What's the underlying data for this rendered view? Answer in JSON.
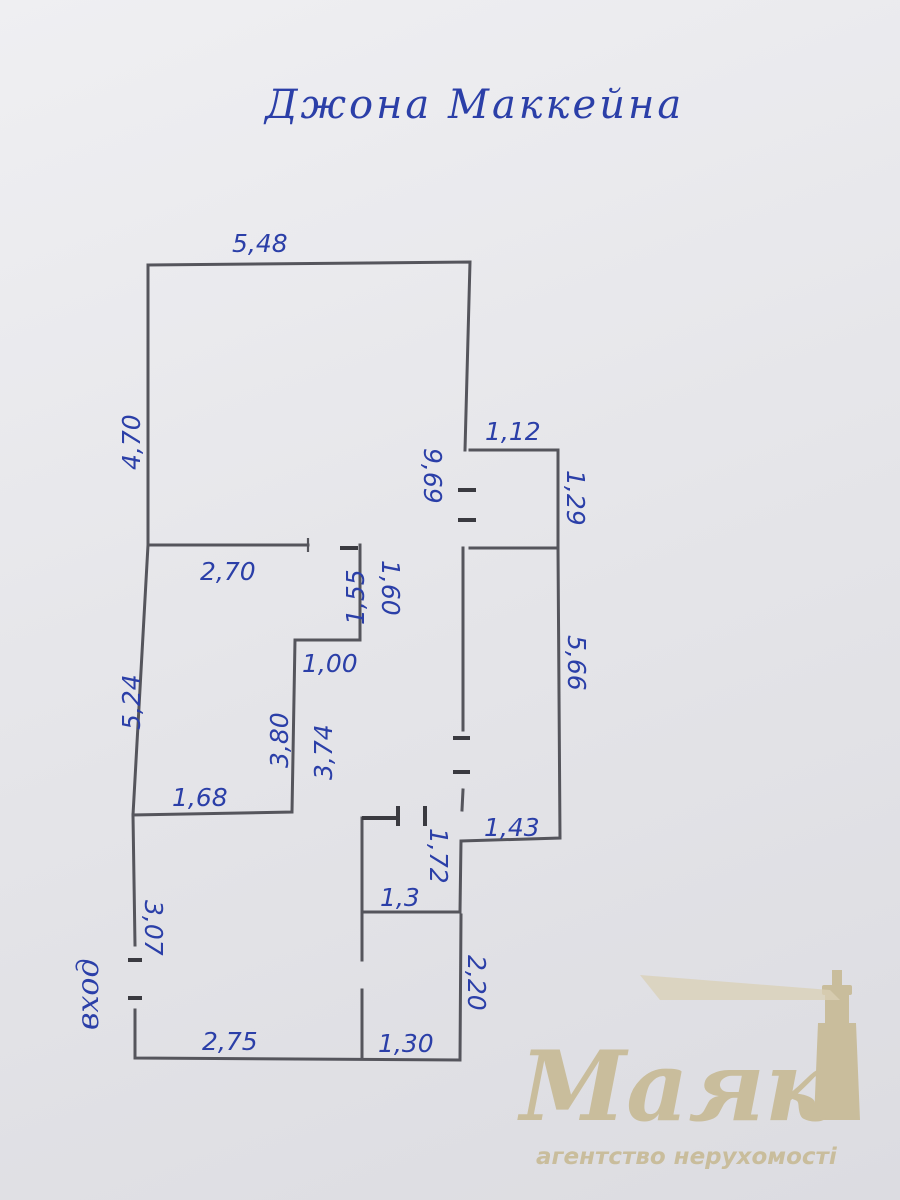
{
  "title": "Джона Маккейна",
  "entrance_label": "вход",
  "dimensions": {
    "top_width": "5,48",
    "left_upper": "4,70",
    "left_middle": "5,24",
    "left_lower": "3,07",
    "inner_wall_upper": "2,70",
    "bath_top": "1,12",
    "right_long": "9,69",
    "bath_side": "1,29",
    "corridor_right": "5,66",
    "step_a": "1,55",
    "step_b": "1,60",
    "step_c": "1,00",
    "niche_a": "3,80",
    "niche_b": "3,74",
    "inner_wall_lower": "1,68",
    "toilet_depth": "1,72",
    "corridor_step": "1,43",
    "toilet_width": "1,3",
    "hall_right": "2,20",
    "bottom_left": "2,75",
    "bottom_right": "1,30"
  },
  "logo": {
    "name": "Маяк",
    "tagline": "агентство нерухомості"
  },
  "colors": {
    "ink": "#2b3fa8",
    "pencil": "#55555c",
    "logo_gold": "#c9bd9c"
  }
}
